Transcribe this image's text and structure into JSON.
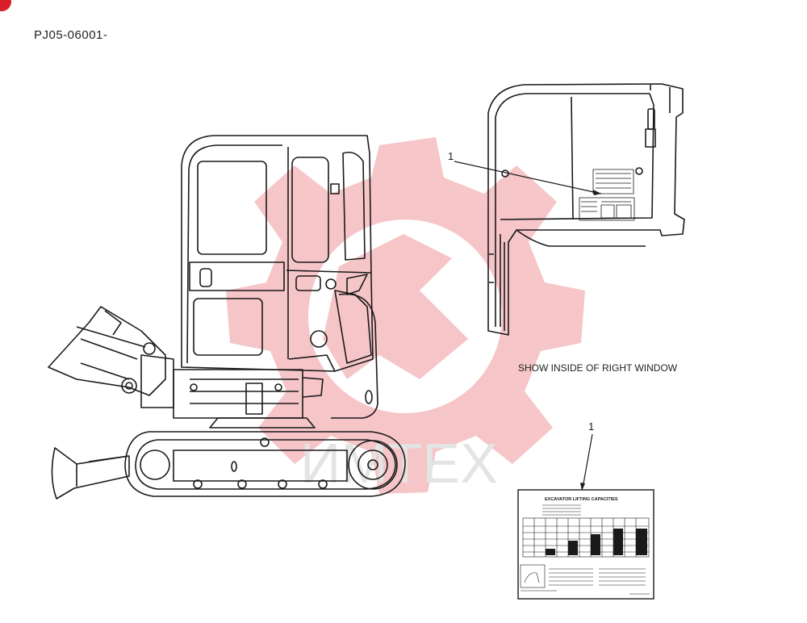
{
  "header": {
    "document_code": "PJ05-06001-"
  },
  "callouts": [
    {
      "label": "1"
    },
    {
      "label": "1"
    }
  ],
  "view_caption": "SHOW INSIDE OF RIGHT WINDOW",
  "decal": {
    "title": "EXCAVATOR LIFTING CAPACITIES"
  },
  "watermark": {
    "text": "ИМТЕХ",
    "color": "#e0343c"
  },
  "colors": {
    "line": "#1a1a1a",
    "brand_red": "#d8202a"
  }
}
